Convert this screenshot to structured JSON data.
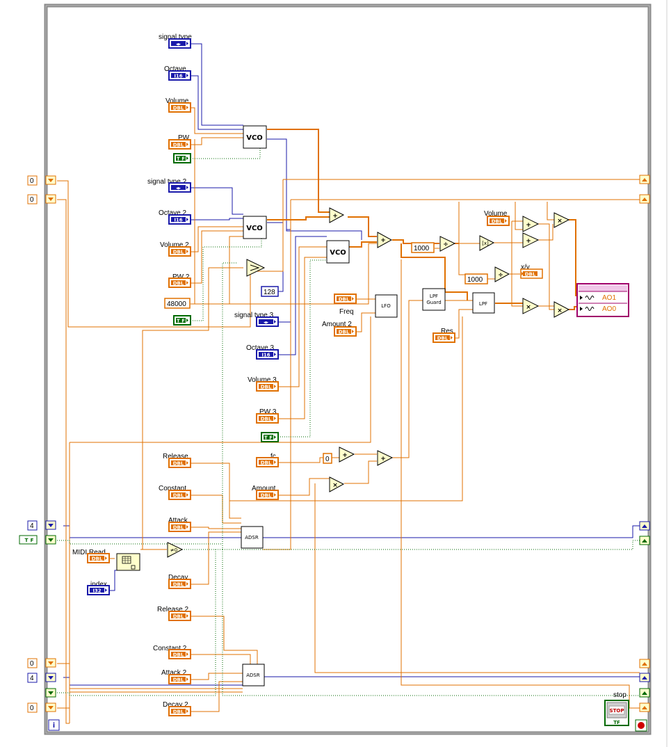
{
  "colors": {
    "dbl": "#e07000",
    "int": "#1a1aaa",
    "bool": "#006a00",
    "frame": "#808080",
    "cluster": "#a0006a",
    "tunnel_bg": "#ffffcc"
  },
  "controls": {
    "signal_type": {
      "label": "signal type",
      "type": "enum"
    },
    "octave": {
      "label": "Octave",
      "type": "I16"
    },
    "volume": {
      "label": "Volume",
      "type": "DBL"
    },
    "pw": {
      "label": "PW",
      "type": "DBL"
    },
    "bool1": {
      "type": "TF"
    },
    "signal_type_2": {
      "label": "signal type 2",
      "type": "enum"
    },
    "octave_2": {
      "label": "Octave 2",
      "type": "I16"
    },
    "volume_2": {
      "label": "Volume 2",
      "type": "DBL"
    },
    "pw_2": {
      "label": "PW 2",
      "type": "DBL"
    },
    "bool2": {
      "type": "TF"
    },
    "signal_type_3": {
      "label": "signal type 3",
      "type": "enum"
    },
    "octave_3": {
      "label": "Octave 3",
      "type": "I16"
    },
    "volume_3": {
      "label": "Volume 3",
      "type": "DBL"
    },
    "pw_3": {
      "label": "PW 3",
      "type": "DBL"
    },
    "bool3": {
      "type": "TF"
    },
    "freq": {
      "label": "Freq",
      "type": "DBL"
    },
    "amount_2": {
      "label": "Amount 2",
      "type": "DBL"
    },
    "res": {
      "label": "Res",
      "type": "DBL"
    },
    "fc": {
      "label": "fc",
      "type": "DBL"
    },
    "amount": {
      "label": "Amount",
      "type": "DBL"
    },
    "release": {
      "label": "Release",
      "type": "DBL"
    },
    "constant": {
      "label": "Constant",
      "type": "DBL"
    },
    "attack": {
      "label": "Attack",
      "type": "DBL"
    },
    "decay": {
      "label": "Decay",
      "type": "DBL"
    },
    "midi_read": {
      "label": "MIDI Read",
      "type": "DBL"
    },
    "index": {
      "label": "index",
      "type": "I32"
    },
    "release_2": {
      "label": "Release 2",
      "type": "DBL"
    },
    "constant_2": {
      "label": "Constant 2",
      "type": "DBL"
    },
    "attack_2": {
      "label": "Attack 2",
      "type": "DBL"
    },
    "decay_2": {
      "label": "Decay 2",
      "type": "DBL"
    },
    "volume_out": {
      "label": "Volume",
      "type": "DBL"
    },
    "xy": {
      "label": "x/y",
      "type": "DBL"
    },
    "stop": {
      "label": "stop",
      "button": "STOP",
      "type": "TF"
    }
  },
  "constants": {
    "c_48000": "48000",
    "c_128": "128",
    "c_1000a": "1000",
    "c_1000b": "1000",
    "c_0": "0"
  },
  "shift_registers": {
    "left": [
      "0",
      "0",
      "4",
      "F",
      "0",
      "4",
      "",
      "0"
    ]
  },
  "blocks": {
    "vco1": "VCO",
    "vco2": "VCO",
    "vco3": "VCO",
    "lfo": "LFO",
    "lpf_guard_1": "LPF",
    "lpf_guard_2": "Guard",
    "lpf": "LPF",
    "adsr1": "ADSR",
    "adsr2": "ADSR"
  },
  "operators": {
    "add": "+",
    "mul": "×",
    "div": "÷",
    "ne0": "≠0",
    "round": "[x]"
  },
  "ao_cluster": [
    "AO1",
    "AO0"
  ],
  "loop_iteration": "i"
}
